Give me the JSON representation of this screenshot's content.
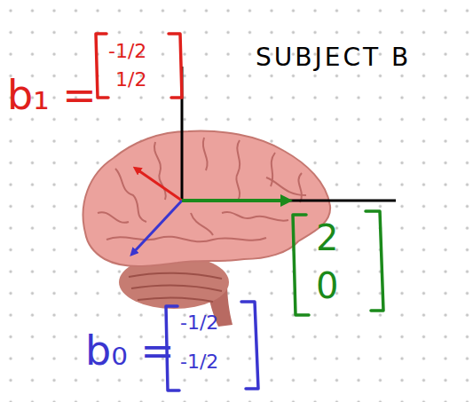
{
  "diagram": {
    "title": "SUBJECT B",
    "labels": [
      "b₁ =",
      "-1/2",
      "1/2",
      "2",
      "0",
      "b₀ =",
      "-1/2",
      "-1/2"
    ]
  }
}
